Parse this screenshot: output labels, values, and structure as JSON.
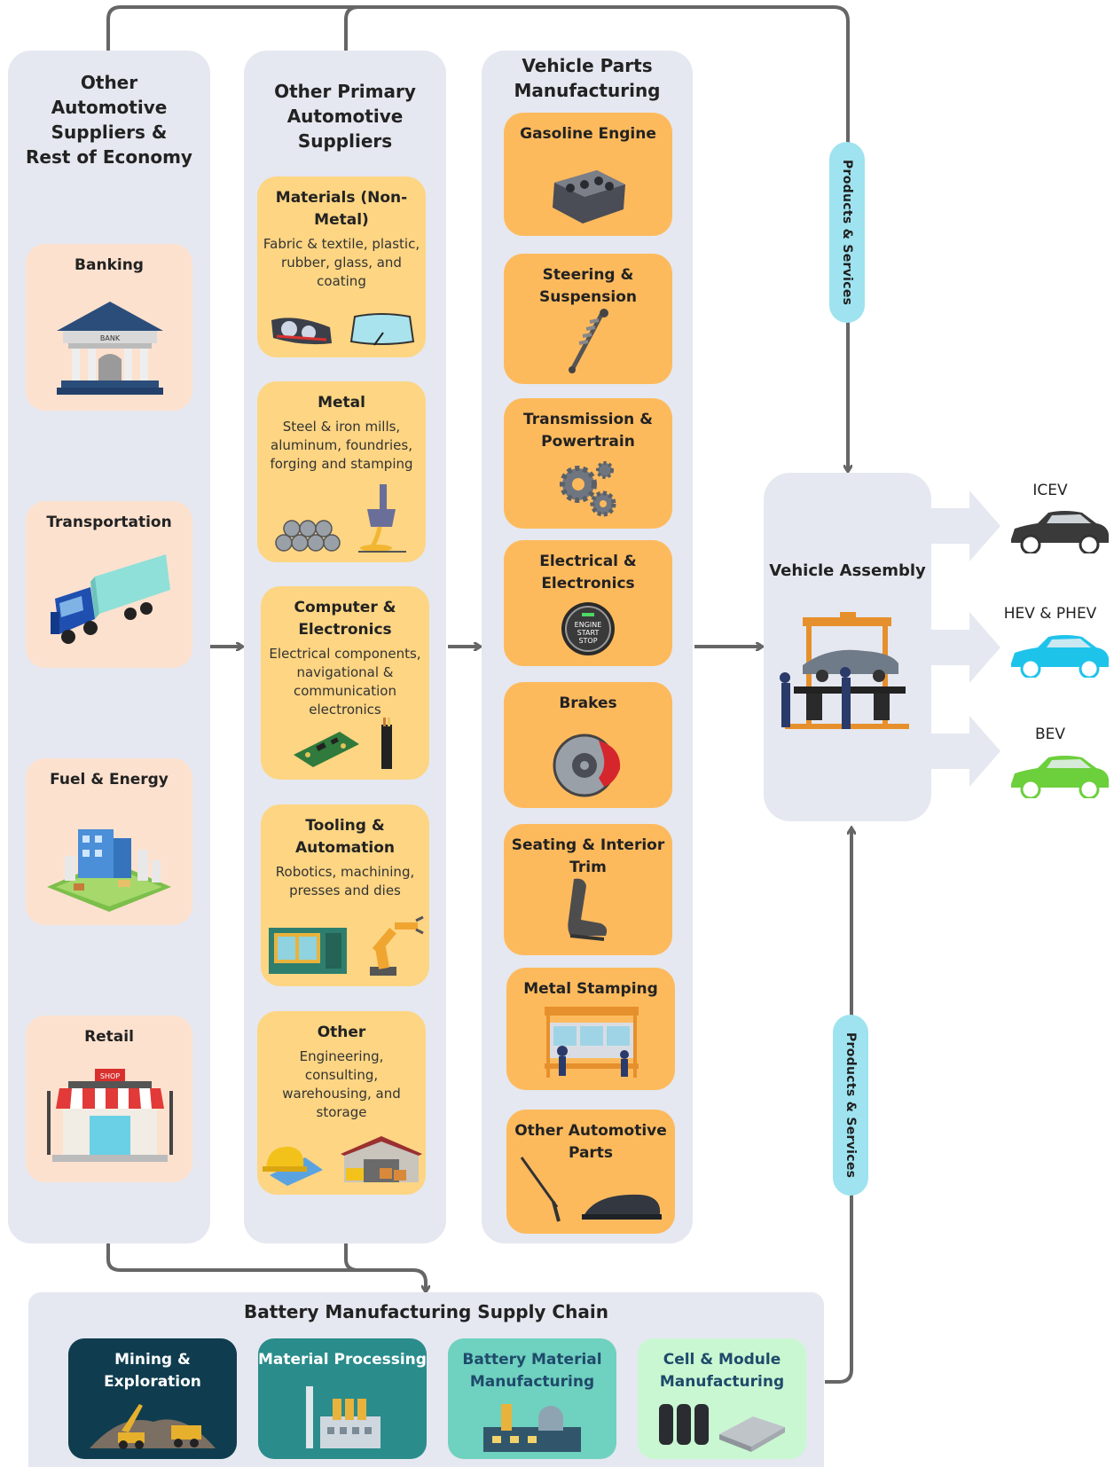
{
  "columns": {
    "col1": {
      "title": "Other Automotive Suppliers & Rest of Economy",
      "cards": [
        {
          "title": "Banking"
        },
        {
          "title": "Transportation"
        },
        {
          "title": "Fuel & Energy"
        },
        {
          "title": "Retail"
        }
      ]
    },
    "col2": {
      "title": "Other Primary Automotive Suppliers",
      "cards": [
        {
          "title": "Materials (Non-Metal)",
          "desc": "Fabric & textile, plastic, rubber, glass, and coating"
        },
        {
          "title": "Metal",
          "desc": "Steel & iron mills, aluminum, foundries, forging and stamping"
        },
        {
          "title": "Computer & Electronics",
          "desc": "Electrical components, navigational & communication electronics"
        },
        {
          "title": "Tooling & Automation",
          "desc": "Robotics, machining, presses and dies"
        },
        {
          "title": "Other",
          "desc": "Engineering, consulting, warehousing, and storage"
        }
      ]
    },
    "col3": {
      "title": "Vehicle Parts Manufacturing",
      "cards": [
        {
          "title": "Gasoline Engine"
        },
        {
          "title": "Steering & Suspension"
        },
        {
          "title": "Transmission & Powertrain"
        },
        {
          "title": "Electrical & Electronics"
        },
        {
          "title": "Brakes"
        },
        {
          "title": "Seating & Interior Trim"
        },
        {
          "title": "Metal Stamping"
        },
        {
          "title": "Other Automotive Parts"
        }
      ]
    }
  },
  "icon_text": {
    "bank_sign": "BANK",
    "shop_sign": "SHOP",
    "start_button": [
      "ENGINE",
      "START",
      "STOP"
    ]
  },
  "assembly": {
    "title": "Vehicle Assembly"
  },
  "vehicles": [
    {
      "label": "ICEV",
      "color": "#3a3a3a"
    },
    {
      "label": "HEV & PHEV",
      "color": "#1ec3ea"
    },
    {
      "label": "BEV",
      "color": "#6ccf3c"
    }
  ],
  "products_services": "Products & Services",
  "battery": {
    "title": "Battery Manufacturing Supply Chain",
    "stages": [
      {
        "title": "Mining & Exploration",
        "color": "#0f3d4f",
        "text_color": "#ffffff"
      },
      {
        "title": "Material Processing",
        "color": "#2b8c8c",
        "text_color": "#ffffff"
      },
      {
        "title": "Battery Material Manufacturing",
        "color": "#6fd1bf",
        "text_color": "#1f4a6b"
      },
      {
        "title": "Cell & Module Manufacturing",
        "color": "#c9f7d2",
        "text_color": "#1f4a6b"
      }
    ]
  },
  "colors": {
    "panel": "#e5e8f0",
    "peach": "#fde1cf",
    "yellow": "#fdd583",
    "orange": "#fdba5d",
    "arrow": "#6b6b6b",
    "pill": "#9ee3ef"
  }
}
